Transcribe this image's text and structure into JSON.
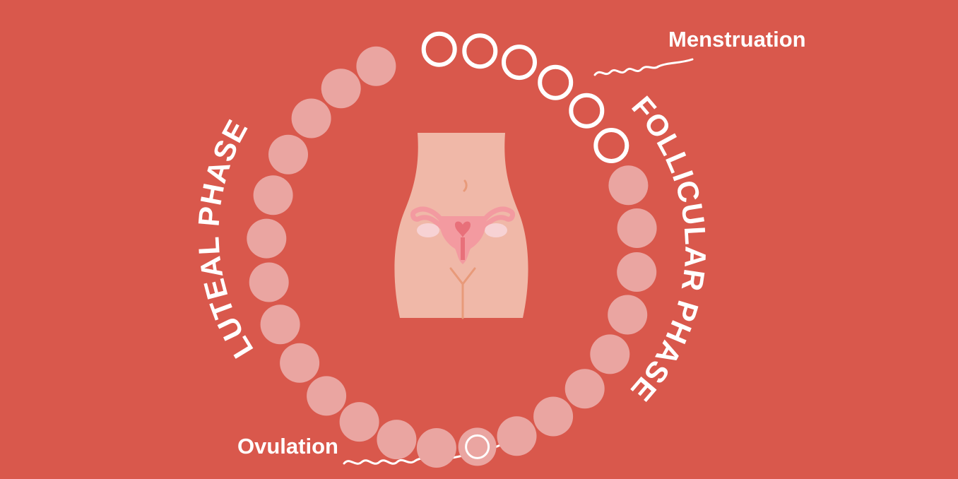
{
  "labels": {
    "menstruation": "Menstruation",
    "ovulation": "Ovulation",
    "follicular_phase": "FOLLICULAR PHASE",
    "luteal_phase": "LUTEAL PHASE"
  },
  "cycle": {
    "day_kinds": [
      "outline",
      "outline",
      "outline",
      "outline",
      "outline",
      "outline",
      "filled",
      "filled",
      "filled",
      "filled",
      "filled",
      "filled",
      "filled",
      "filled",
      "ovulation",
      "filled",
      "filled",
      "filled",
      "filled",
      "filled",
      "filled",
      "filled",
      "filled",
      "filled",
      "filled",
      "filled",
      "filled",
      "filled"
    ]
  },
  "colors": {
    "background": "#d9584c",
    "day_filled": "#eaa5a1",
    "outline": "#ffffff",
    "body": "#f0b8a8",
    "uterus": "#f39aa0",
    "uterus_inner": "#e8707a",
    "ovary": "#f7d2d4",
    "line": "#e89a7a"
  },
  "icons": {
    "body": "lower-torso-icon",
    "uterus": "uterus-icon"
  }
}
